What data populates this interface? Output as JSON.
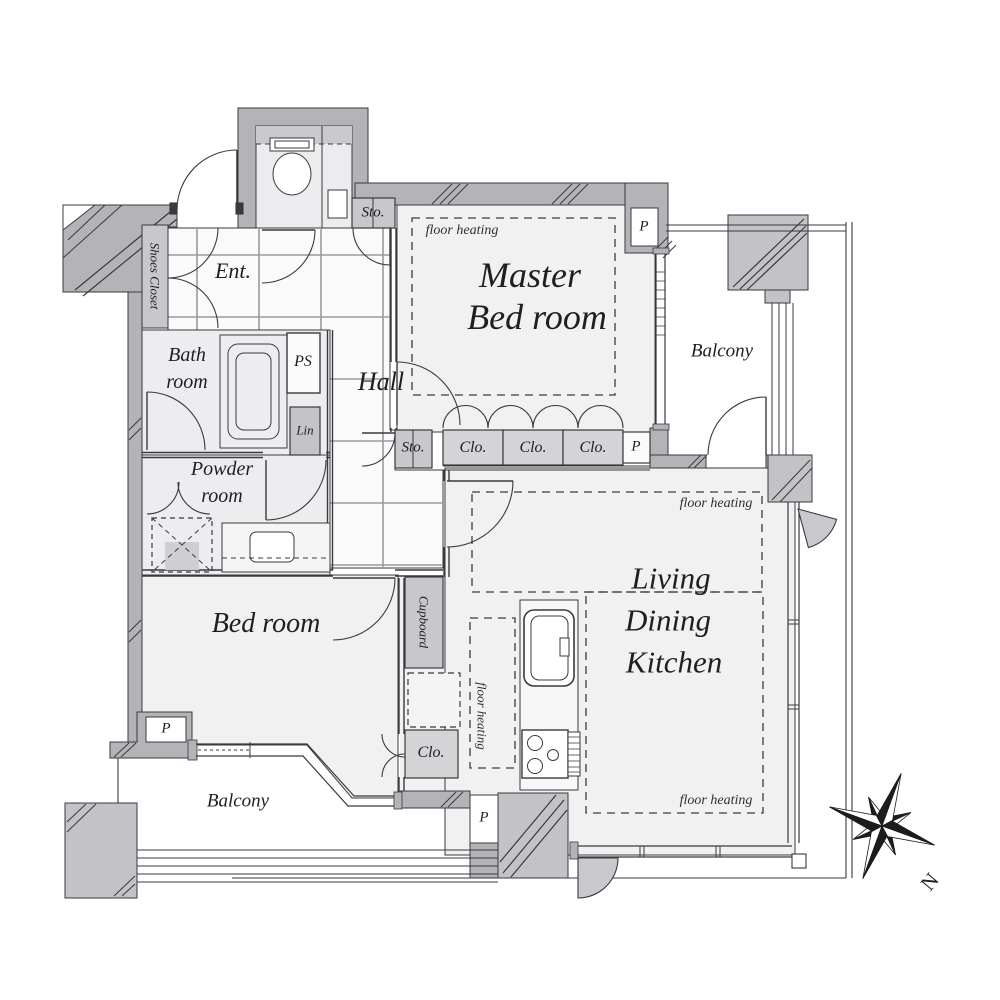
{
  "plan": {
    "rooms": {
      "entrance": "Ent.",
      "hall": "Hall",
      "bath_line1": "Bath",
      "bath_line2": "room",
      "powder_line1": "Powder",
      "powder_line2": "room",
      "master_line1": "Master",
      "master_line2": "Bed room",
      "bedroom": "Bed room",
      "ldk_line1": "Living",
      "ldk_line2": "Dining",
      "ldk_line3": "Kitchen",
      "balcony_right": "Balcony",
      "balcony_bottom": "Balcony",
      "shoes_closet": "Shoes Closet"
    },
    "storage": {
      "sto_entrance": "Sto.",
      "sto_hall": "Sto.",
      "clo_master_1": "Clo.",
      "clo_master_2": "Clo.",
      "clo_master_3": "Clo.",
      "clo_bedroom": "Clo.",
      "cupboard": "Cupboard",
      "linen": "Lin",
      "pipe_space": "PS"
    },
    "markers": {
      "pillar": "P",
      "floor_heating": "floor heating",
      "north": "N"
    },
    "colors": {
      "wall": "#b4b4b8",
      "pillar": "#c3c3c7",
      "closet_fill": "#d4d4d7",
      "storage_fill": "#c8c8cc",
      "floor": "#f1f1f2",
      "wet_floor": "#ececee",
      "line": "#3a3a3e",
      "tile_line": "#9a9aa0"
    }
  }
}
